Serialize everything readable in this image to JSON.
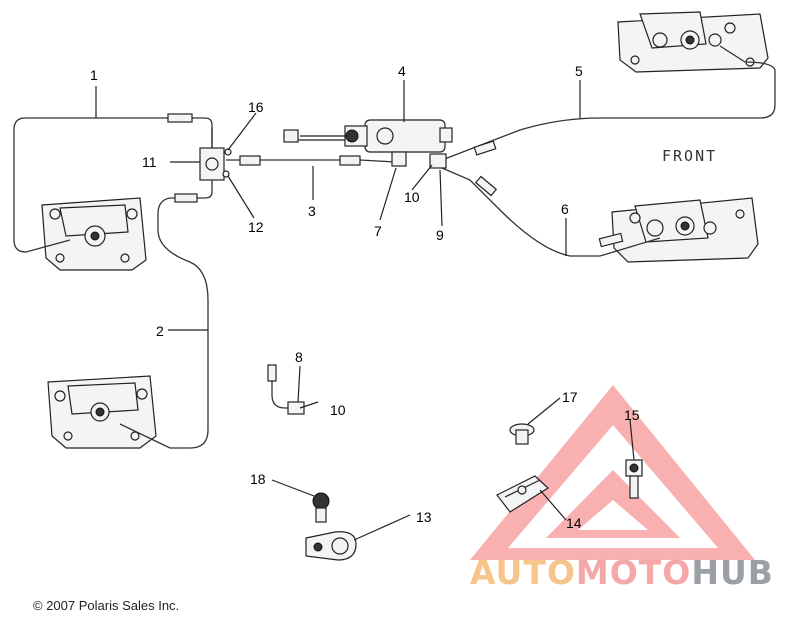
{
  "diagram": {
    "callouts": [
      {
        "id": "c1",
        "text": "1"
      },
      {
        "id": "c2",
        "text": "2"
      },
      {
        "id": "c3",
        "text": "3"
      },
      {
        "id": "c4",
        "text": "4"
      },
      {
        "id": "c5",
        "text": "5"
      },
      {
        "id": "c6",
        "text": "6"
      },
      {
        "id": "c7",
        "text": "7"
      },
      {
        "id": "c8",
        "text": "8"
      },
      {
        "id": "c9",
        "text": "9"
      },
      {
        "id": "c10a",
        "text": "10"
      },
      {
        "id": "c10b",
        "text": "10"
      },
      {
        "id": "c11",
        "text": "11"
      },
      {
        "id": "c12",
        "text": "12"
      },
      {
        "id": "c13",
        "text": "13"
      },
      {
        "id": "c14",
        "text": "14"
      },
      {
        "id": "c15",
        "text": "15"
      },
      {
        "id": "c16",
        "text": "16"
      },
      {
        "id": "c17",
        "text": "17"
      },
      {
        "id": "c18",
        "text": "18"
      }
    ],
    "front_label": "FRONT",
    "copyright": "© 2007 Polaris Sales Inc."
  },
  "watermark": {
    "part1": "AUTO",
    "part2": "MOTO",
    "part3": "HUB",
    "colors": {
      "auto": "#f7c48c",
      "moto": "#f5a8a8",
      "hub": "#9aa0a6",
      "triangle": "#f28b8b"
    }
  }
}
